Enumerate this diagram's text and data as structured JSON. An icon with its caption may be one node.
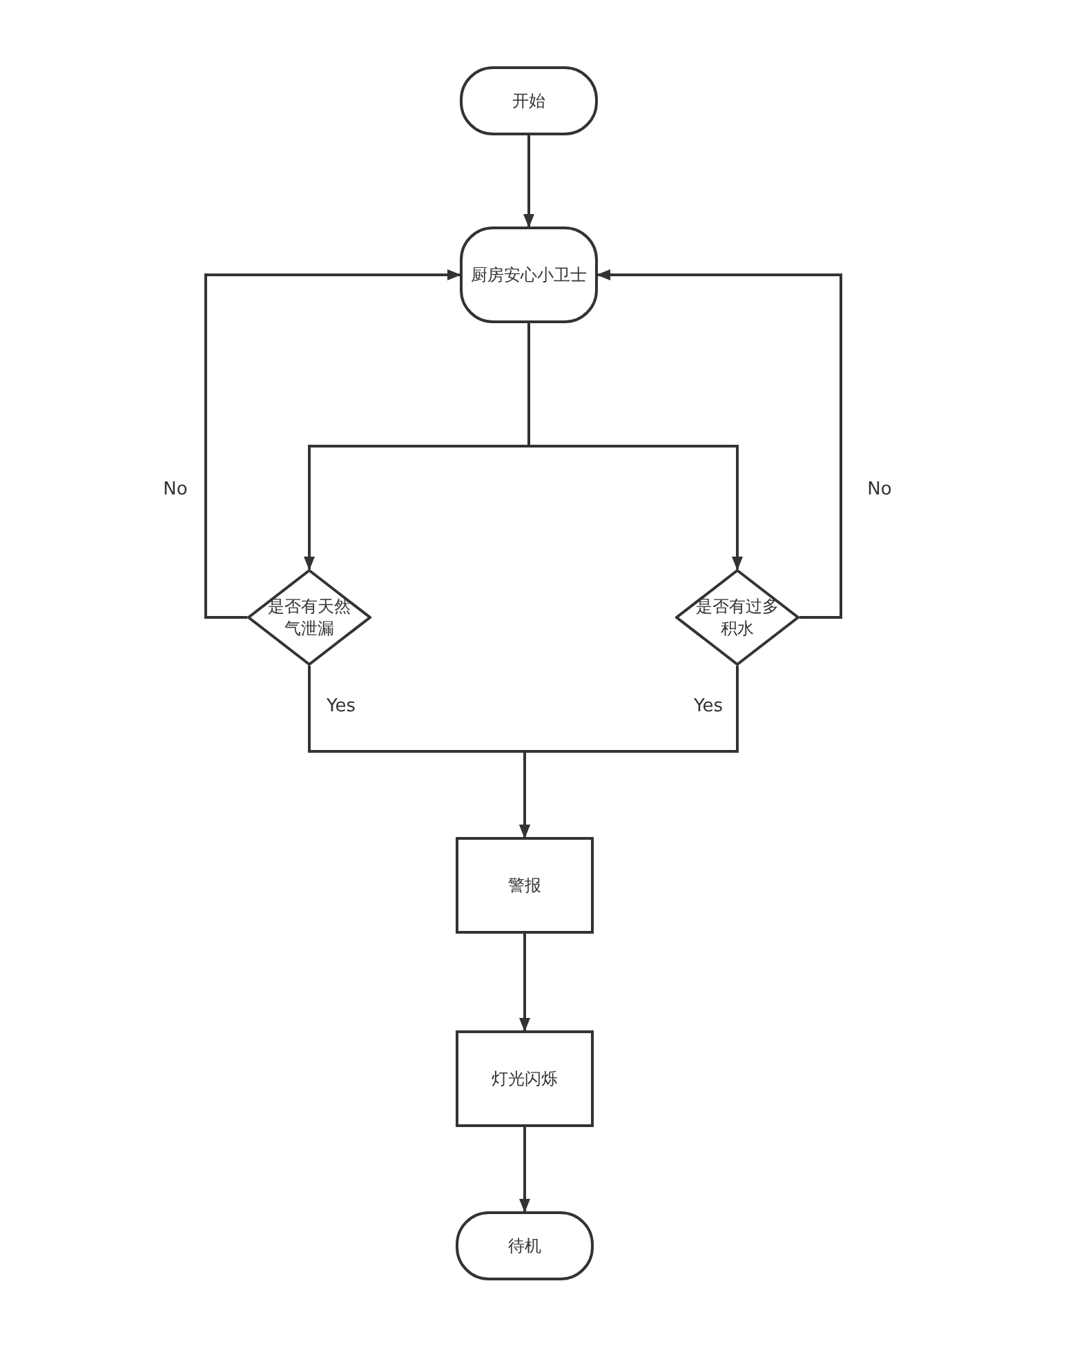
{
  "diagram": {
    "nodes": [
      {
        "text": [
          "开始"
        ]
      },
      {
        "text": [
          "厨房安心小卫士"
        ]
      },
      {
        "text": [
          "是否有天然气泄漏"
        ]
      },
      {
        "text": [
          "是否有过多积水"
        ]
      },
      {
        "text": [
          "警报"
        ]
      },
      {
        "text": [
          "灯光闪烁"
        ]
      },
      {
        "text": [
          "待机"
        ]
      }
    ],
    "edges": [
      {
        "from": 0,
        "to": 1,
        "arrow": "to"
      },
      {
        "from": 1,
        "to": 2,
        "arrow": "to"
      },
      {
        "from": 1,
        "to": 3,
        "arrow": "to"
      },
      {
        "from": 2,
        "to": 1,
        "arrow": "to",
        "label": "No"
      },
      {
        "from": 3,
        "to": 1,
        "arrow": "to",
        "label": "No"
      },
      {
        "from": 2,
        "to": 4,
        "arrow": "to",
        "label": "Yes"
      },
      {
        "from": 3,
        "to": 4,
        "arrow": "to",
        "label": "Yes"
      },
      {
        "from": 4,
        "to": 5,
        "arrow": "to"
      },
      {
        "from": 5,
        "to": 6,
        "arrow": "to"
      }
    ]
  }
}
